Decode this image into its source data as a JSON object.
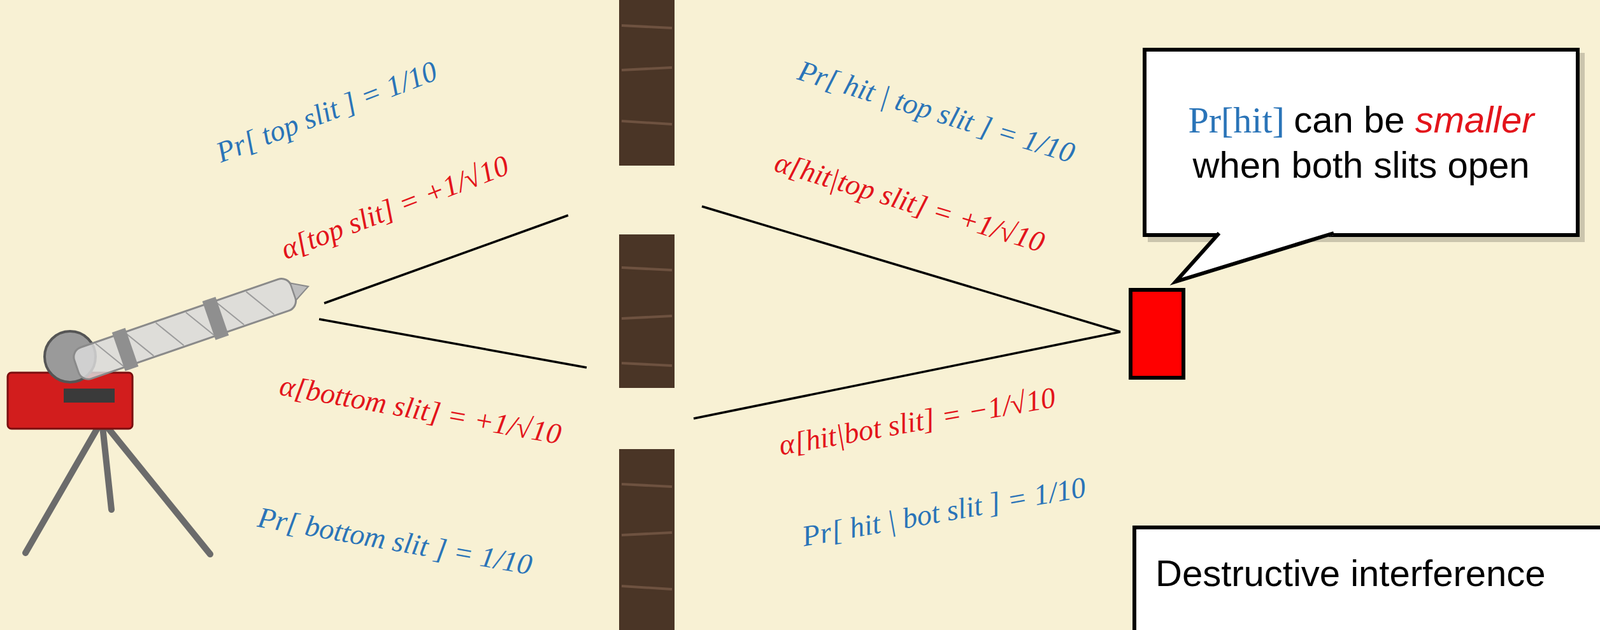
{
  "diagram": {
    "nodes": [
      {
        "text": [
          "Pr[hit] can be smaller when both slits open"
        ]
      },
      {
        "text": [
          "Destructive interference"
        ]
      }
    ],
    "labels": [
      "Pr[ top slit ] = 1/10",
      "α[top slit] = +1/√10",
      "α[bottom slit] = +1/√10",
      "Pr[ bottom slit ] = 1/10",
      "Pr[ hit | top slit ] = 1/10",
      "α[hit|top slit] = +1/√10",
      "α[hit|bot slit] = −1/√10",
      "Pr[ hit | bot slit ] = 1/10"
    ]
  }
}
